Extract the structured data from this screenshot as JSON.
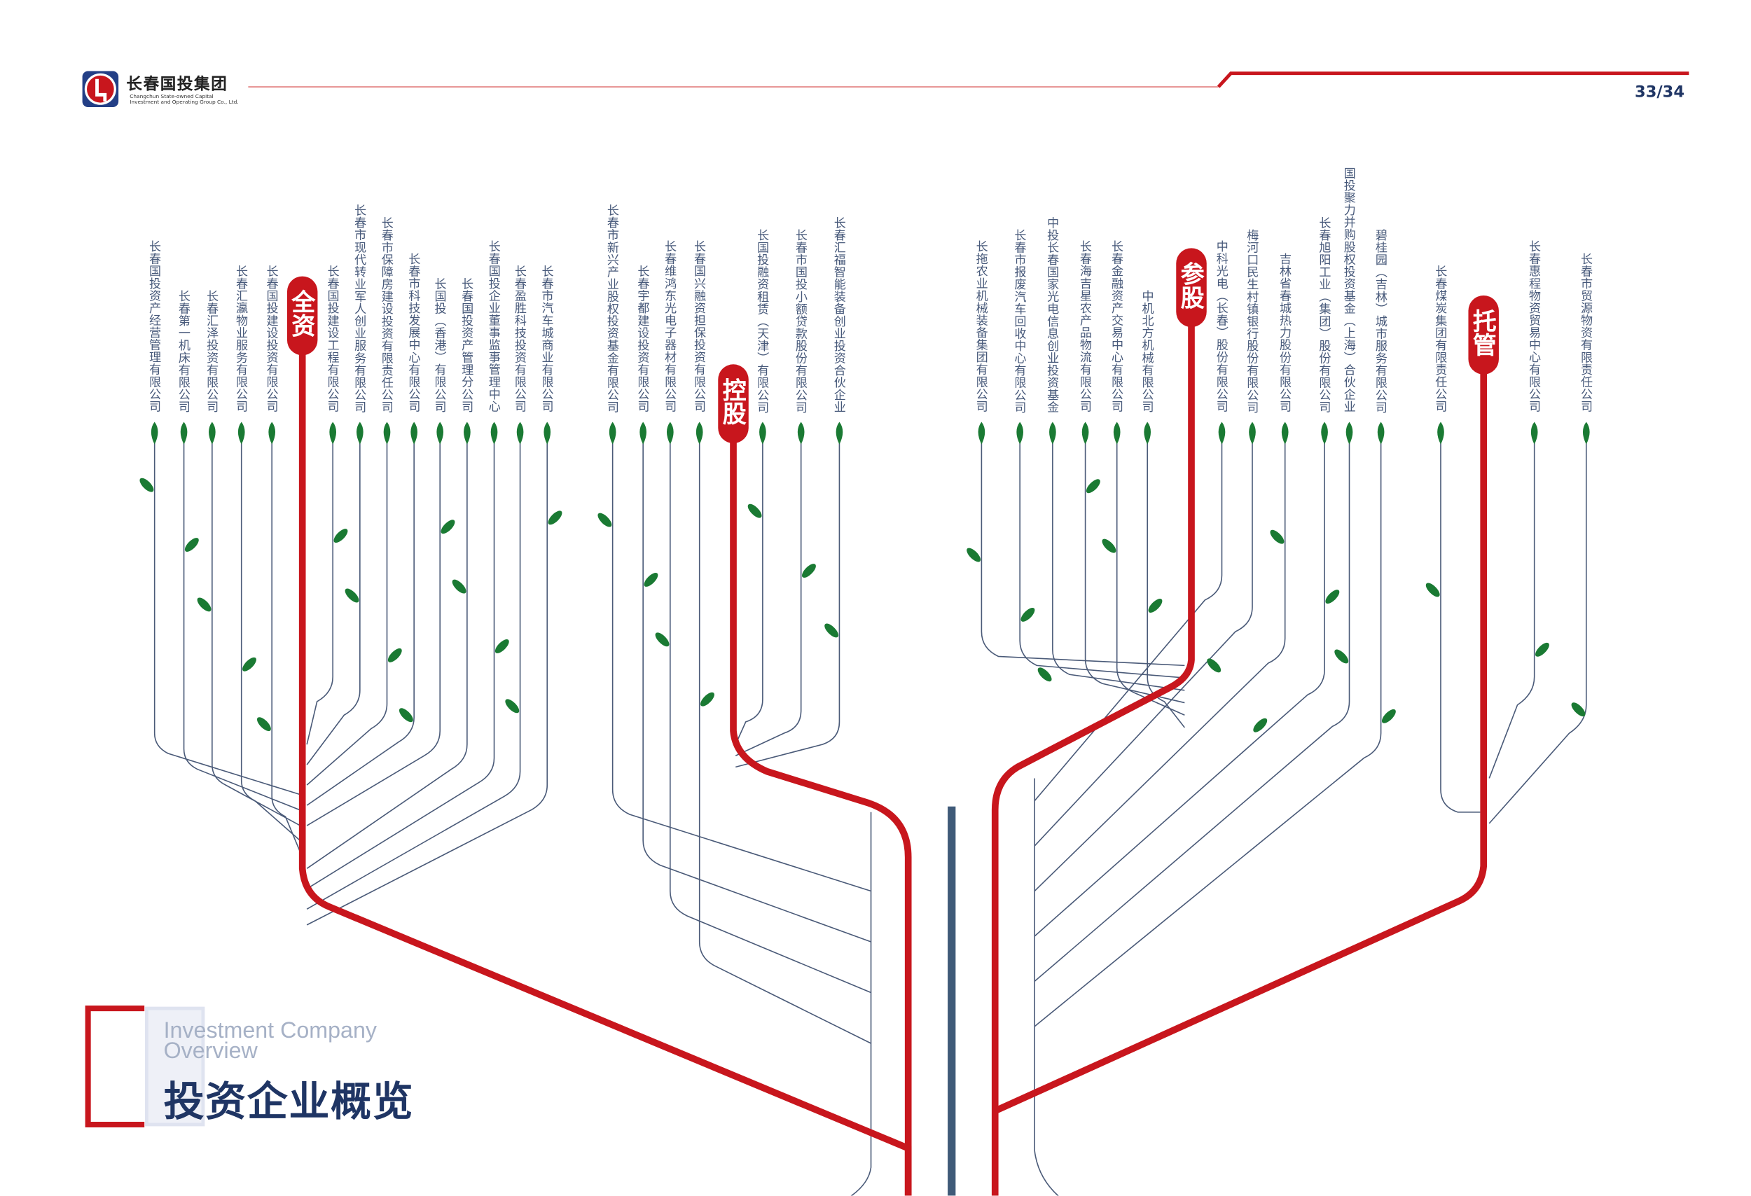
{
  "header": {
    "logo_cn": "长春国投集团",
    "logo_en_line1": "Changchun State-owned Capital",
    "logo_en_line2": "Investment and Operating Group Co., Ltd.",
    "page_number": "33/34"
  },
  "title": {
    "english": "Investment Company Overview",
    "chinese": "投资企业概览"
  },
  "colors": {
    "red": "#c8161d",
    "navy": "#1f3564",
    "line": "#4a5a78",
    "leaf": "#1a7a33"
  },
  "groups": [
    {
      "badge": "全资",
      "companies": [
        "长春国投资产经营管理有限公司",
        "长春第一机床有限公司",
        "长春汇泽投资有限公司",
        "长春汇瀛物业服务有限公司",
        "长春国投建设投资有限公司",
        "长春国投建设工程有限公司",
        "长春市现代转业军人创业服务有限公司",
        "长春市保障房建设投资有限责任公司",
        "长春市科技发展中心有限公司",
        "长国投（香港）有限公司",
        "长春国投资产管理分公司",
        "长春国投企业董事监事管理中心",
        "长春盈胜科技投资有限公司",
        "长春市汽车城商业有限公司"
      ]
    },
    {
      "badge": "控股",
      "companies": [
        "长春市新兴产业股权投资基金有限公司",
        "长春宇都建设投资有限公司",
        "长春维鸿东光电子器材有限公司",
        "长春国兴融资担保投资有限公司",
        "长国投融资租赁（天津）有限公司",
        "长春市国投小额贷款股份有限公司",
        "长春汇福智能装备创业投资合伙企业"
      ]
    },
    {
      "badge": "参股",
      "companies": [
        "长拖农业机械装备集团有限公司",
        "长春市报废汽车回收中心有限公司",
        "中投长春国家光电信息创业投资基金",
        "长春海吉星农产品物流有限公司",
        "长春金融资产交易中心有限公司",
        "中机北方机械有限公司",
        "中科光电（长春）股份有限公司",
        "梅河口民生村镇银行股份有限公司",
        "吉林省春城热力股份有限公司",
        "长春旭阳工业（集团）股份有限公司",
        "国投聚力并购股权投资基金（上海）合伙企业",
        "碧桂园（吉林）城市服务有限公司"
      ]
    },
    {
      "badge": "托管",
      "companies": [
        "长春煤炭集团有限责任公司",
        "长春惠程物资贸易中心有限公司",
        "长春市贸源物资有限责任公司"
      ]
    }
  ]
}
